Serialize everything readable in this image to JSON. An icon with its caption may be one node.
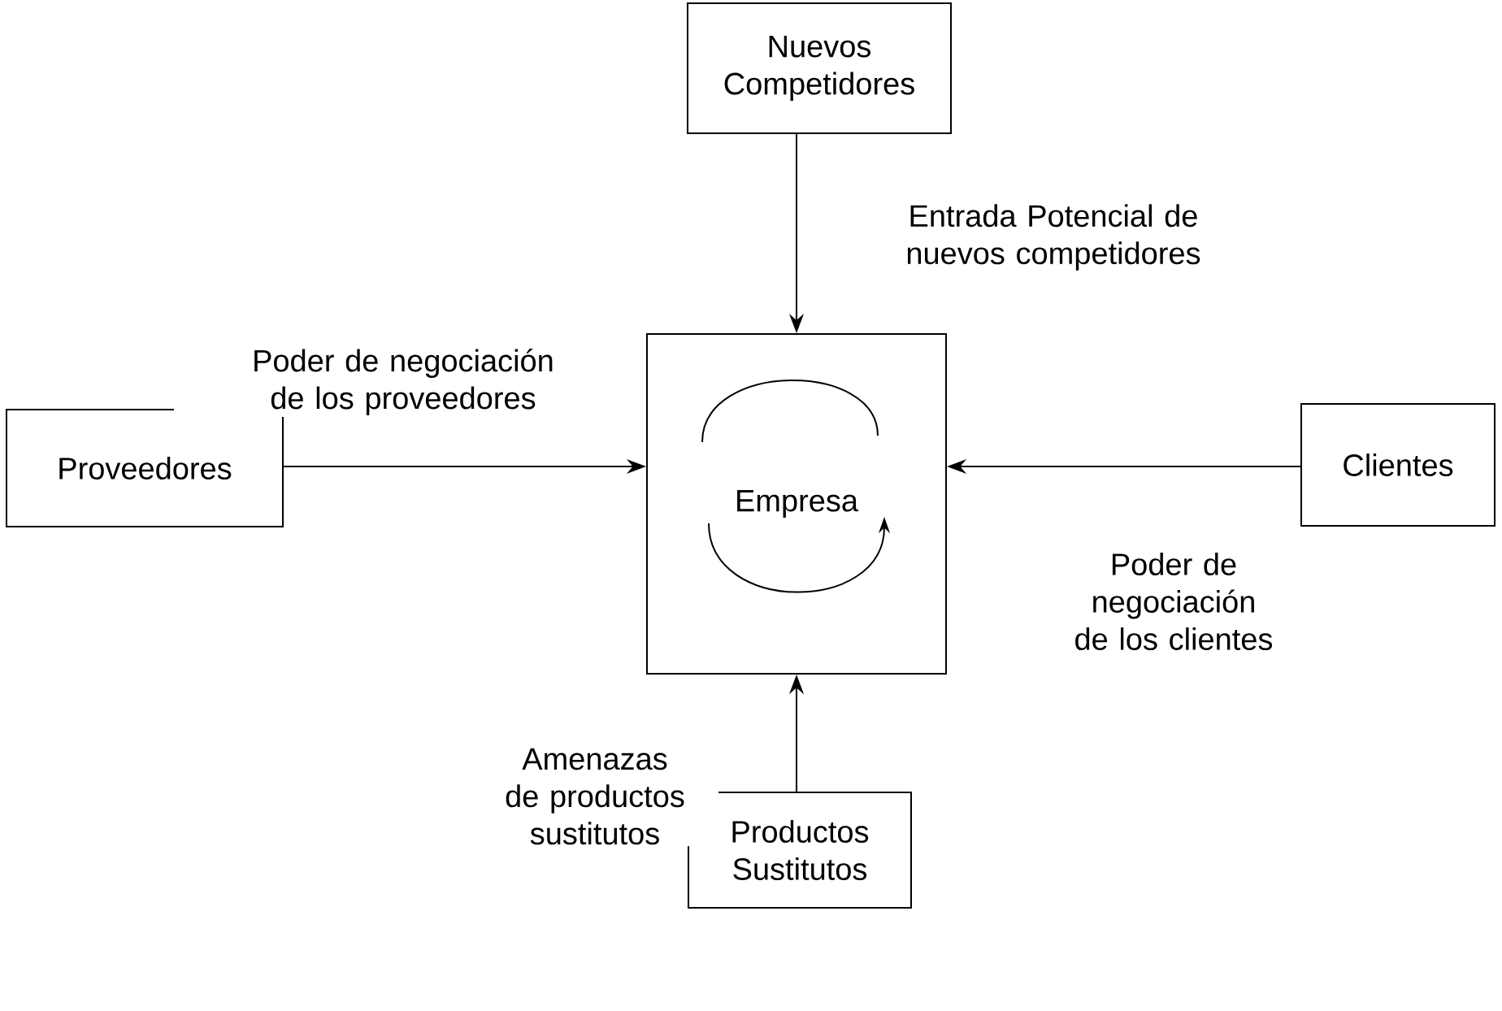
{
  "diagram": {
    "nodes": [
      {
        "text": [
          "Nuevos Competidores"
        ]
      },
      {
        "text": [
          "Empresa"
        ]
      },
      {
        "text": [
          "Proveedores"
        ]
      },
      {
        "text": [
          "Clientes"
        ]
      },
      {
        "text": [
          "Productos Sustitutos"
        ]
      }
    ],
    "edges": [
      {
        "from": 0,
        "to": 1,
        "arrow": "to",
        "label": "Entrada Potencial de nuevos competidores"
      },
      {
        "from": 2,
        "to": 1,
        "arrow": "to",
        "label": "Poder de negociación de los proveedores"
      },
      {
        "from": 3,
        "to": 1,
        "arrow": "to",
        "label": "Poder de negociación de los clientes"
      },
      {
        "from": 4,
        "to": 1,
        "arrow": "to",
        "label": "Amenazas de productos sustitutos"
      }
    ]
  }
}
